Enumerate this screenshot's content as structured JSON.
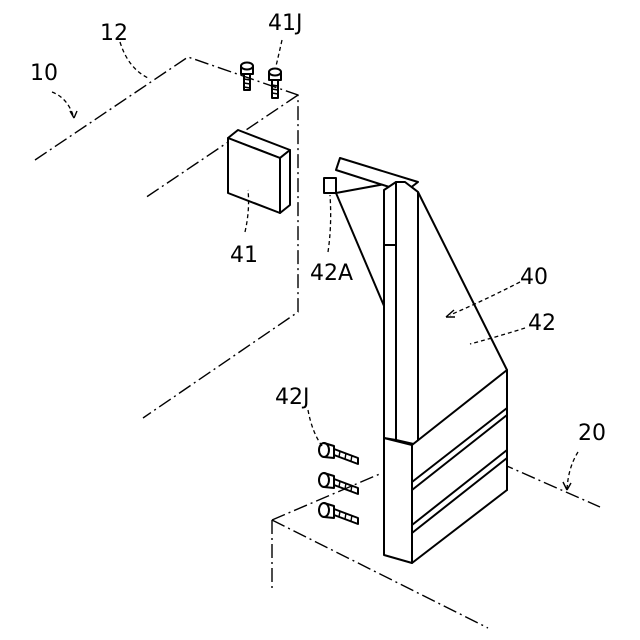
{
  "labels": {
    "frame_10": "10",
    "upper_edge_12": "12",
    "bolt_41j": "41J",
    "block_41": "41",
    "notch_42a": "42A",
    "bracket_40": "40",
    "plate_42": "42",
    "bolt_42j": "42J",
    "frame_20": "20"
  }
}
